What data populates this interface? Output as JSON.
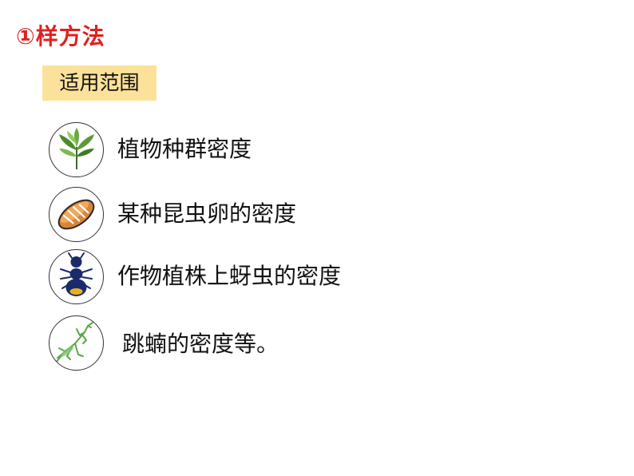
{
  "heading": {
    "title": "①样方法"
  },
  "scope_badge": {
    "label": "适用范围"
  },
  "items": [
    {
      "label": "植物种群密度",
      "icon": "plant-icon"
    },
    {
      "label": "某种昆虫卵的密度",
      "icon": "insect-egg-icon"
    },
    {
      "label": "作物植株上蚜虫的密度",
      "icon": "aphid-icon"
    },
    {
      "label": "跳蝻的密度等。",
      "icon": "grasshopper-icon"
    }
  ],
  "colors": {
    "title": "#e02020",
    "badge_bg": "#fbe19a",
    "text": "#111111"
  }
}
